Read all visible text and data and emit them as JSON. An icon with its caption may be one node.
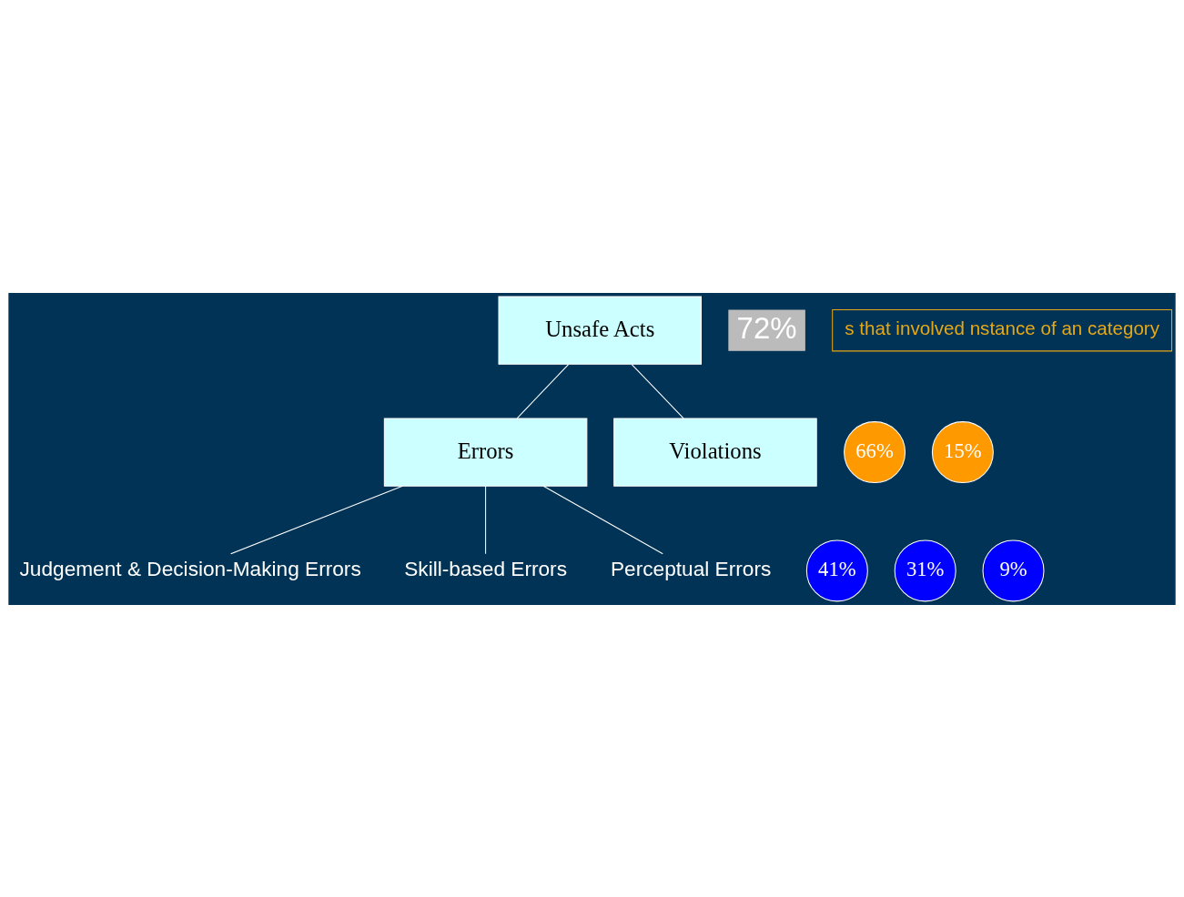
{
  "diagram": {
    "nodes": [
      {
        "text": [
          "Unsafe Acts"
        ]
      },
      {
        "text": [
          "72%"
        ]
      },
      {
        "text": [
          "Errors"
        ]
      },
      {
        "text": [
          "66%"
        ]
      },
      {
        "text": [
          "Violations"
        ]
      },
      {
        "text": [
          "15%"
        ]
      },
      {
        "text": [
          "Judgement & Decision-Making Errors"
        ]
      },
      {
        "text": [
          "41%"
        ]
      },
      {
        "text": [
          "Skill-based Errors"
        ]
      },
      {
        "text": [
          "31%"
        ]
      },
      {
        "text": [
          "Perceptual Errors"
        ]
      },
      {
        "text": [
          "9%"
        ]
      },
      {
        "text": [
          "s that involved nstance of an category"
        ]
      }
    ],
    "edges": [
      {
        "from": 0,
        "to": 2,
        "arrow": "none"
      },
      {
        "from": 0,
        "to": 4,
        "arrow": "none"
      },
      {
        "from": 2,
        "to": 6,
        "arrow": "none"
      },
      {
        "from": 2,
        "to": 8,
        "arrow": "none"
      },
      {
        "from": 2,
        "to": 10,
        "arrow": "none"
      }
    ]
  }
}
